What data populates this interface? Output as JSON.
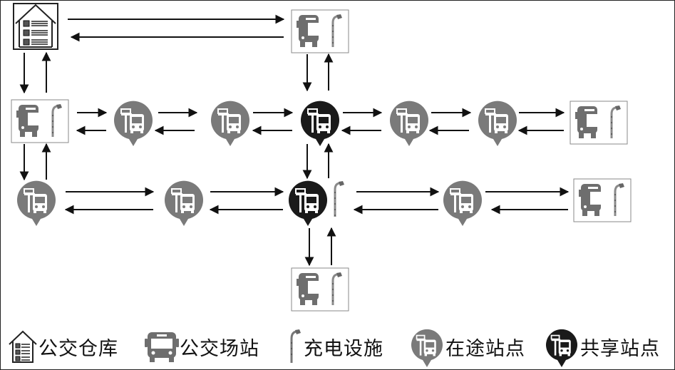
{
  "title": "公交仓库-场站-站点网络示意图",
  "colors": {
    "en_route_stop": "#7a7a7a",
    "shared_stop": "#1a1a1a",
    "bus_glyph": "#6e6e6e",
    "arrow": "#111111",
    "box_border": "#888888",
    "warehouse_square": "#555555"
  },
  "node_types": {
    "warehouse": {
      "icon": "warehouse-icon",
      "label": "公交仓库"
    },
    "depot": {
      "icon": "bus-depot-icon",
      "label": "公交场站"
    },
    "charger": {
      "icon": "charging-pile-icon",
      "label": "充电设施"
    },
    "en_route": {
      "icon": "en-route-stop-icon",
      "label": "在途站点"
    },
    "shared": {
      "icon": "shared-stop-icon",
      "label": "共享站点"
    }
  },
  "nodes": [
    {
      "id": "W",
      "type": "warehouse"
    },
    {
      "id": "D1",
      "type": "depot",
      "charger": true
    },
    {
      "id": "D2",
      "type": "depot",
      "charger": true
    },
    {
      "id": "D3",
      "type": "depot",
      "charger": true
    },
    {
      "id": "D4",
      "type": "depot",
      "charger": true
    },
    {
      "id": "D5",
      "type": "depot",
      "charger": true
    },
    {
      "id": "A1",
      "type": "en_route"
    },
    {
      "id": "A2",
      "type": "en_route"
    },
    {
      "id": "S1",
      "type": "shared"
    },
    {
      "id": "A3",
      "type": "en_route"
    },
    {
      "id": "A4",
      "type": "en_route"
    },
    {
      "id": "B1",
      "type": "en_route"
    },
    {
      "id": "B2",
      "type": "en_route"
    },
    {
      "id": "S2",
      "type": "shared",
      "charger": true
    },
    {
      "id": "B3",
      "type": "en_route"
    }
  ],
  "edges": [
    {
      "from": "W",
      "to": "D1"
    },
    {
      "from": "D1",
      "to": "W"
    },
    {
      "from": "W",
      "to": "D2"
    },
    {
      "from": "D2",
      "to": "W"
    },
    {
      "from": "D1",
      "to": "S1"
    },
    {
      "from": "S1",
      "to": "D1"
    },
    {
      "from": "D2",
      "to": "A1"
    },
    {
      "from": "A1",
      "to": "D2"
    },
    {
      "from": "A1",
      "to": "A2"
    },
    {
      "from": "A2",
      "to": "A1"
    },
    {
      "from": "A2",
      "to": "S1"
    },
    {
      "from": "S1",
      "to": "A2"
    },
    {
      "from": "S1",
      "to": "A3"
    },
    {
      "from": "A3",
      "to": "S1"
    },
    {
      "from": "A3",
      "to": "A4"
    },
    {
      "from": "A4",
      "to": "A3"
    },
    {
      "from": "A4",
      "to": "D3"
    },
    {
      "from": "D3",
      "to": "A4"
    },
    {
      "from": "D2",
      "to": "B1"
    },
    {
      "from": "B1",
      "to": "D2"
    },
    {
      "from": "S1",
      "to": "S2"
    },
    {
      "from": "S2",
      "to": "S1"
    },
    {
      "from": "B1",
      "to": "B2"
    },
    {
      "from": "B2",
      "to": "B1"
    },
    {
      "from": "B2",
      "to": "S2"
    },
    {
      "from": "S2",
      "to": "B2"
    },
    {
      "from": "S2",
      "to": "B3"
    },
    {
      "from": "B3",
      "to": "S2"
    },
    {
      "from": "B3",
      "to": "D4"
    },
    {
      "from": "D4",
      "to": "B3"
    },
    {
      "from": "S2",
      "to": "D5"
    },
    {
      "from": "D5",
      "to": "S2"
    }
  ],
  "legend": [
    {
      "key": "warehouse",
      "label": "公交仓库"
    },
    {
      "key": "depot",
      "label": "公交场站"
    },
    {
      "key": "charger",
      "label": "充电设施"
    },
    {
      "key": "en_route",
      "label": "在途站点"
    },
    {
      "key": "shared",
      "label": "共享站点"
    }
  ]
}
